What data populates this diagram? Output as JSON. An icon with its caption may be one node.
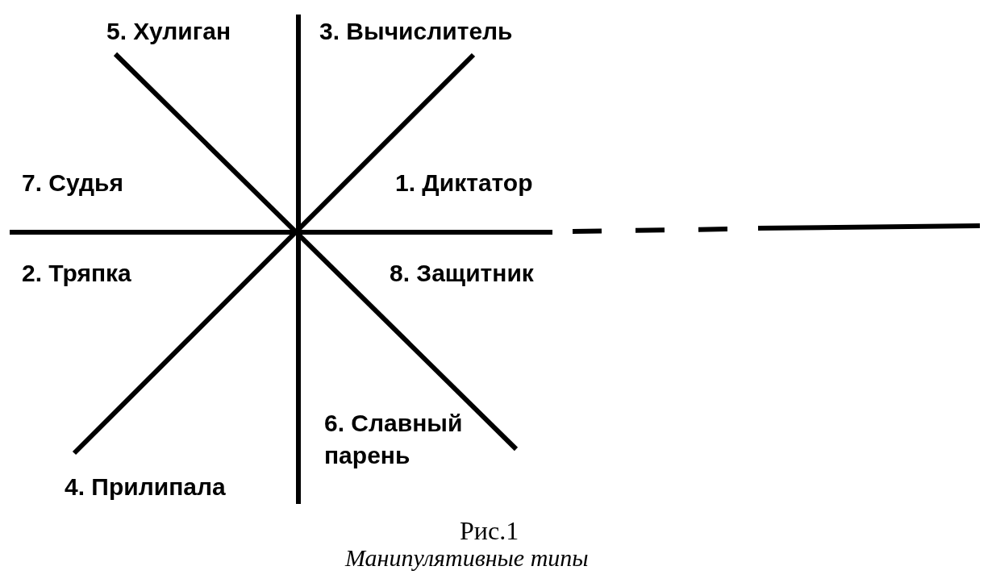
{
  "diagram": {
    "caption": "Рис.1",
    "labels": [
      "5. Хулиган",
      "3. Вычислитель",
      "7. Судья",
      "1. Диктатор",
      "2. Тряпка",
      "8. Защитник",
      "4. Прилипала",
      "6. Славный парень",
      "Манипулятивные типы"
    ]
  }
}
